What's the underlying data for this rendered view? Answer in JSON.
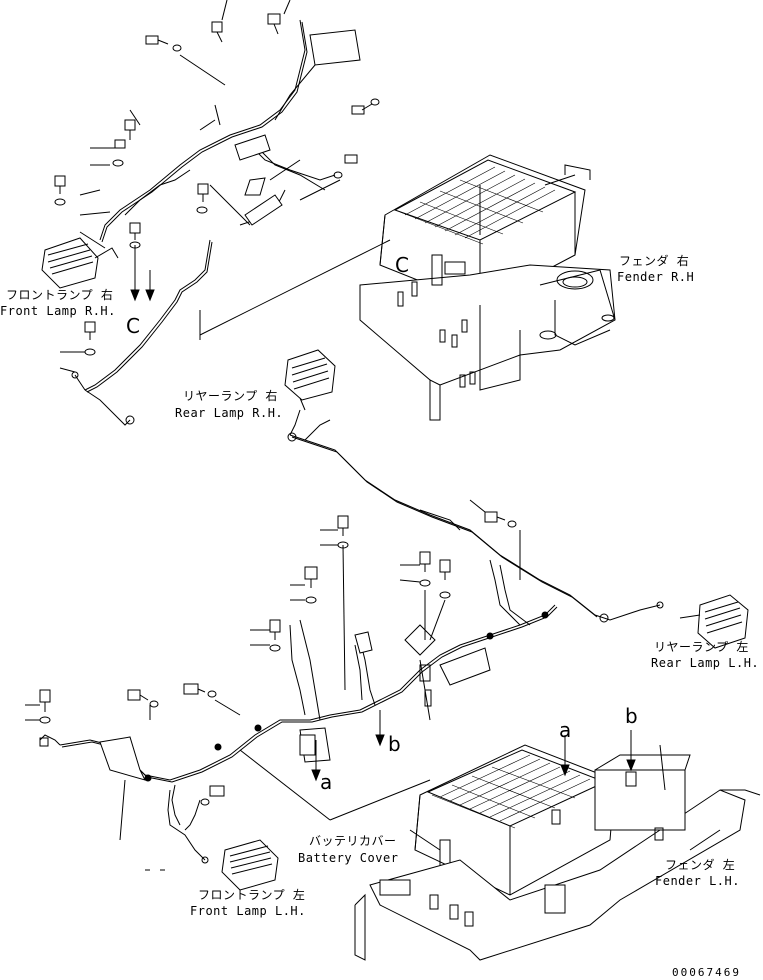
{
  "labels": {
    "fender_rh_jp": "フェンダ 右",
    "fender_rh_en": "Fender R.H",
    "front_lamp_rh_jp": "フロントランプ 右",
    "front_lamp_rh_en": "Front Lamp R.H.",
    "rear_lamp_rh_jp": "リヤーランプ 右",
    "rear_lamp_rh_en": "Rear Lamp R.H.",
    "rear_lamp_lh_jp": "リヤーランプ 左",
    "rear_lamp_lh_en": "Rear Lamp L.H.",
    "battery_cover_jp": "バッテリカバー",
    "battery_cover_en": "Battery Cover",
    "fender_lh_jp": "フェンダ 左",
    "fender_lh_en": "Fender L.H.",
    "front_lamp_lh_jp": "フロントランプ 左",
    "front_lamp_lh_en": "Front Lamp L.H."
  },
  "refs": {
    "c_upper": "C",
    "c_lower": "C",
    "a_upper": "a",
    "a_lower": "a",
    "b_upper": "b",
    "b_lower": "b"
  },
  "doc_number": "00067469"
}
